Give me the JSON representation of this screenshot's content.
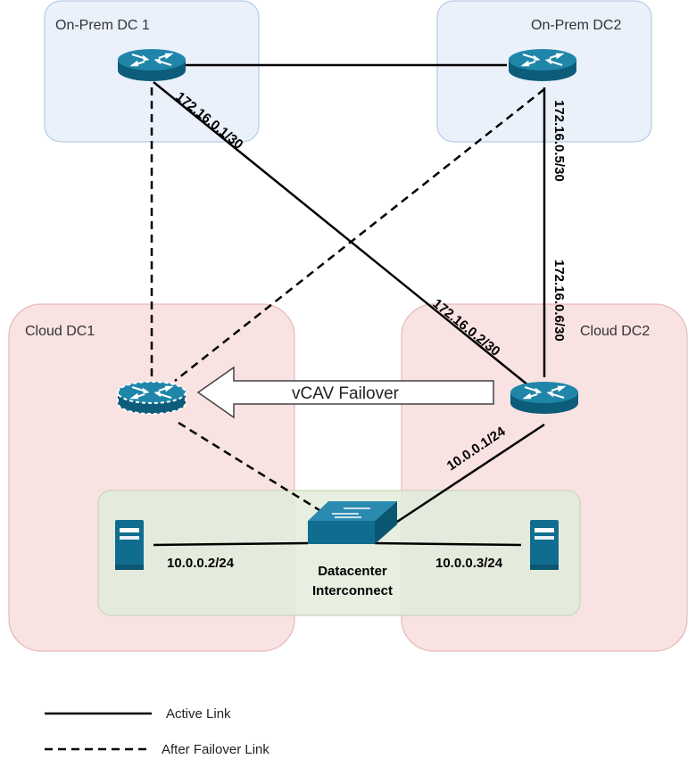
{
  "zones": {
    "onprem_dc1": "On-Prem DC 1",
    "onprem_dc2": "On-Prem DC2",
    "cloud_dc1": "Cloud DC1",
    "cloud_dc2": "Cloud DC2"
  },
  "links": {
    "dc1_to_cloud2_top": "172.16.0.1/30",
    "dc1_to_cloud2_bottom": "172.16.0.2/30",
    "dc2_to_cloud2_top": "172.16.0.5/30",
    "dc2_to_cloud2_bottom": "172.16.0.6/30",
    "cloud2_to_switch": "10.0.0.1/24",
    "server1": "10.0.0.2/24",
    "server2": "10.0.0.3/24"
  },
  "interconnect": {
    "line1": "Datacenter",
    "line2": "Interconnect"
  },
  "failover_arrow": "vCAV Failover",
  "legend": {
    "active": "Active Link",
    "after_failover": "After Failover Link"
  },
  "colors": {
    "device": "#116d8f",
    "onprem_zone_fill": "#eaf1fb",
    "onprem_zone_stroke": "#b8cbe2",
    "cloud_zone_fill": "#f9e2e2",
    "cloud_zone_stroke": "#e6b9b9",
    "interconnect_fill": "#e2ecda",
    "interconnect_stroke": "#c9d7b9"
  }
}
